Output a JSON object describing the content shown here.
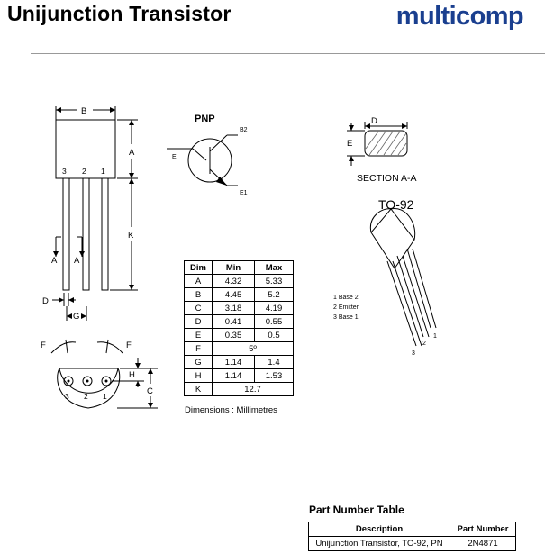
{
  "header": {
    "title": "Unijunction Transistor",
    "brand": "multicomp",
    "brand_color": "#1a3f8f"
  },
  "drawing": {
    "dim_labels": {
      "b": "B",
      "a": "A",
      "k": "K",
      "d": "D",
      "g": "G",
      "f": "F",
      "h": "H",
      "c": "C",
      "e": "E"
    },
    "pin_numbers": [
      "3",
      "2",
      "1"
    ],
    "symbol": {
      "title": "PNP",
      "b2": "B2",
      "e": "E",
      "e1": "E1"
    },
    "section_label": "SECTION A-A",
    "package": "TO-92",
    "pin_legend": [
      "1 Base 2",
      "2 Emitter",
      "3 Base 1"
    ]
  },
  "dimension_table": {
    "headers": [
      "Dim",
      "Min",
      "Max"
    ],
    "rows": [
      {
        "dim": "A",
        "min": "4.32",
        "max": "5.33"
      },
      {
        "dim": "B",
        "min": "4.45",
        "max": "5.2"
      },
      {
        "dim": "C",
        "min": "3.18",
        "max": "4.19"
      },
      {
        "dim": "D",
        "min": "0.41",
        "max": "0.55"
      },
      {
        "dim": "E",
        "min": "0.35",
        "max": "0.5"
      },
      {
        "dim": "F",
        "value": "5º"
      },
      {
        "dim": "G",
        "min": "1.14",
        "max": "1.4"
      },
      {
        "dim": "H",
        "min": "1.14",
        "max": "1.53"
      },
      {
        "dim": "K",
        "value": "12.7"
      }
    ],
    "note": "Dimensions : Millimetres"
  },
  "part_number_table": {
    "title": "Part Number Table",
    "headers": [
      "Description",
      "Part Number"
    ],
    "rows": [
      {
        "description": "Unijunction Transistor, TO-92, PN",
        "part_number": "2N4871"
      }
    ]
  }
}
